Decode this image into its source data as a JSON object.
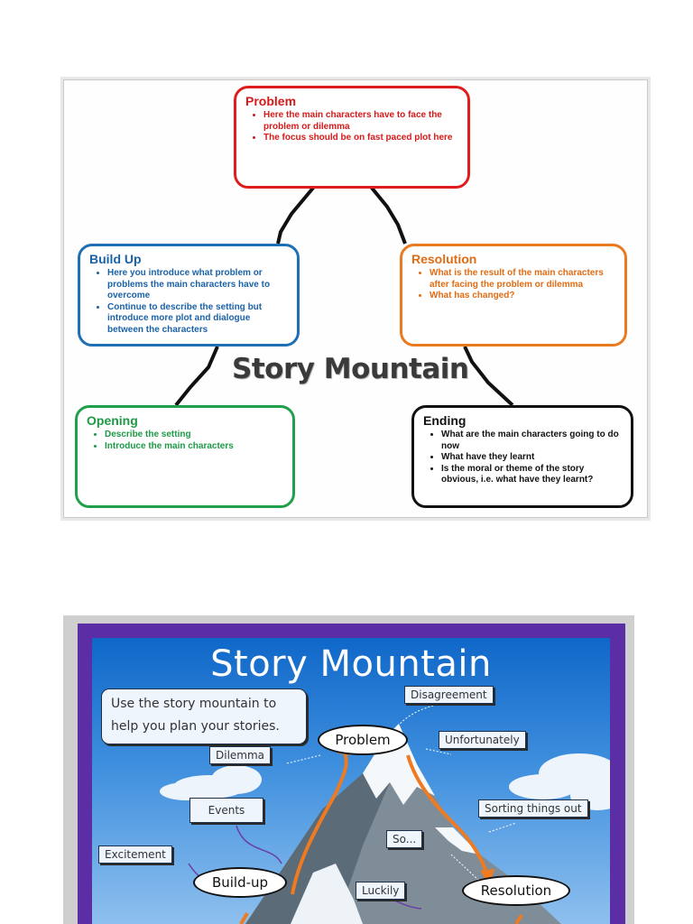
{
  "top_diagram": {
    "heading": "Story Mountain",
    "problem": {
      "title": "Problem",
      "points": [
        "Here the main characters have to face the problem or dilemma",
        "The focus should be on fast paced plot here"
      ]
    },
    "build_up": {
      "title": "Build Up",
      "points": [
        "Here you introduce what problem or problems the main characters have to overcome",
        "Continue to describe the setting but introduce more plot and dialogue between the characters"
      ]
    },
    "resolution": {
      "title": "Resolution",
      "points": [
        "What is the result of the main characters after facing the problem or dilemma",
        "What has changed?"
      ]
    },
    "opening": {
      "title": "Opening",
      "points": [
        "Describe the setting",
        "Introduce the main characters"
      ]
    },
    "ending": {
      "title": "Ending",
      "points": [
        "What are the main characters going to do now",
        "What have they learnt",
        "Is the moral or theme of the story obvious, i.e. what have they learnt?"
      ]
    },
    "colors": {
      "problem": "#e01d1d",
      "build_up": "#1f6fb4",
      "resolution": "#ea7a1d",
      "opening": "#21a04b",
      "ending": "#111111"
    }
  },
  "poster": {
    "title": "Story Mountain",
    "intro": "Use the story mountain to help you plan your stories.",
    "ovals": {
      "problem": "Problem",
      "build_up": "Build-up",
      "resolution": "Resolution"
    },
    "notes": {
      "disagreement": "Disagreement",
      "unfortunately": "Unfortunately",
      "dilemma": "Dilemma",
      "events": "Events",
      "sorting": "Sorting things out",
      "so": "So...",
      "excitement": "Excitement",
      "luckily": "Luckily"
    },
    "colors": {
      "frame": "#5b2ea6",
      "sky": "#3f8fde",
      "arrow": "#ee7a22"
    }
  }
}
